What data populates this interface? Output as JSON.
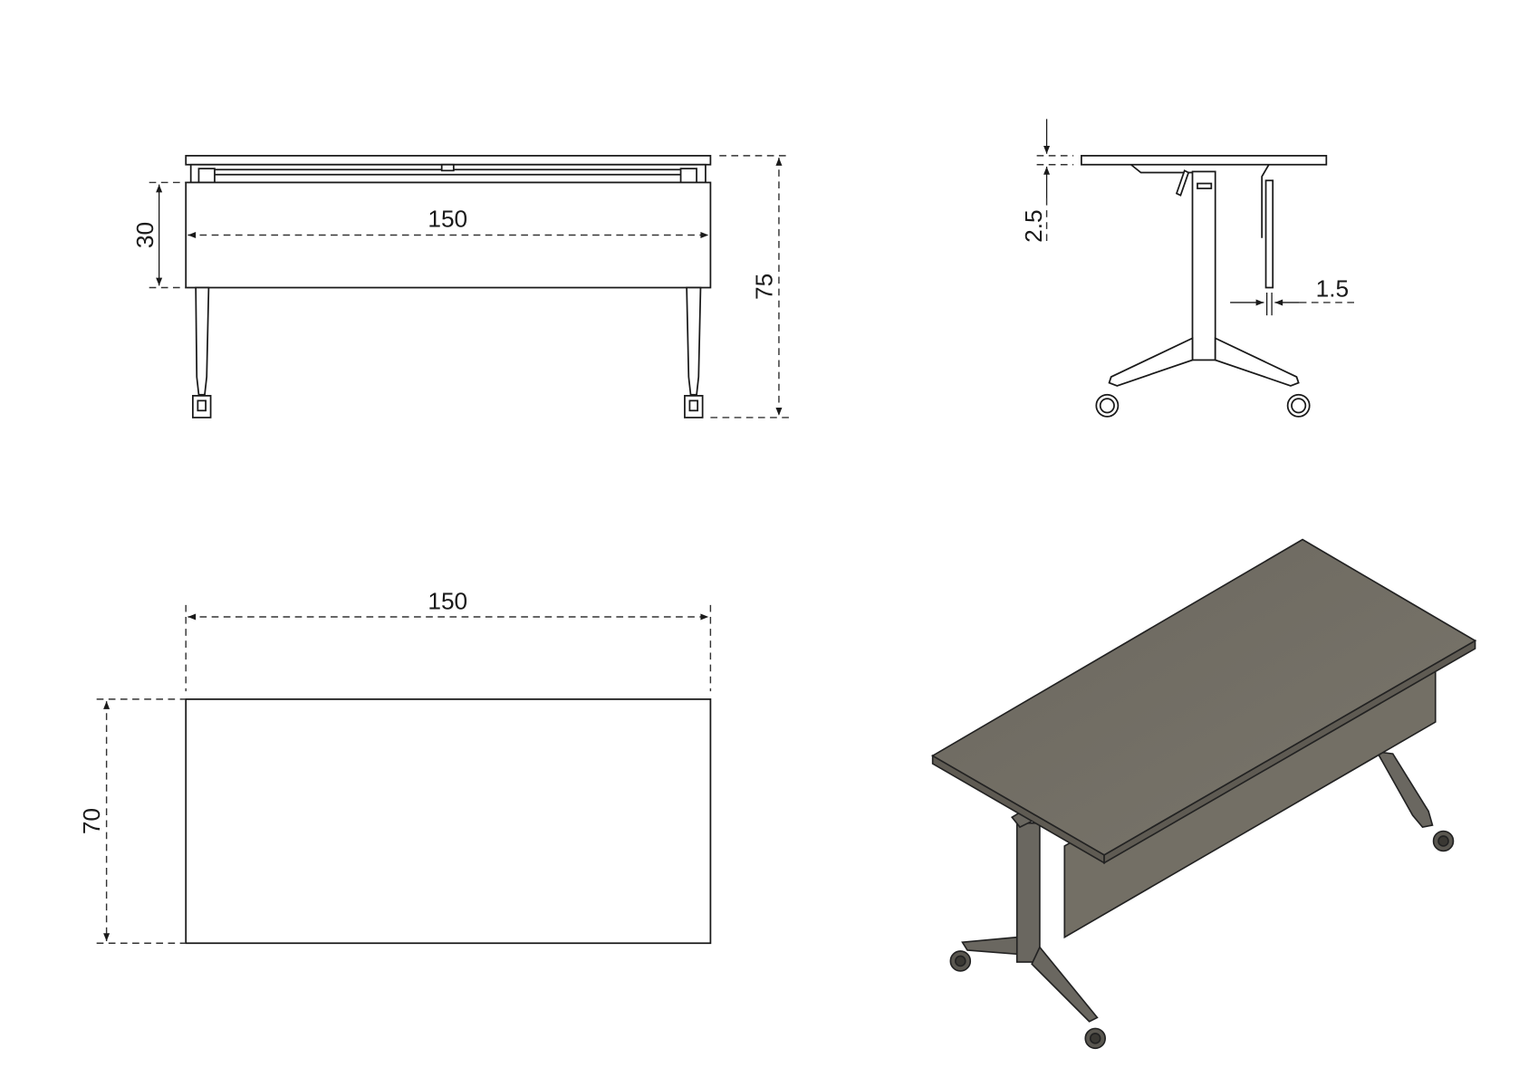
{
  "drawing": {
    "front_view": {
      "width_label": "150",
      "panel_height_label": "30",
      "total_height_label": "75"
    },
    "side_view": {
      "top_thickness_label": "2.5",
      "panel_thickness_label": "1.5"
    },
    "plan_view": {
      "width_label": "150",
      "depth_label": "70"
    },
    "colors": {
      "tabletop": "#6f6b62",
      "frame": "#6a6760",
      "line": "#1a1a1a"
    }
  }
}
